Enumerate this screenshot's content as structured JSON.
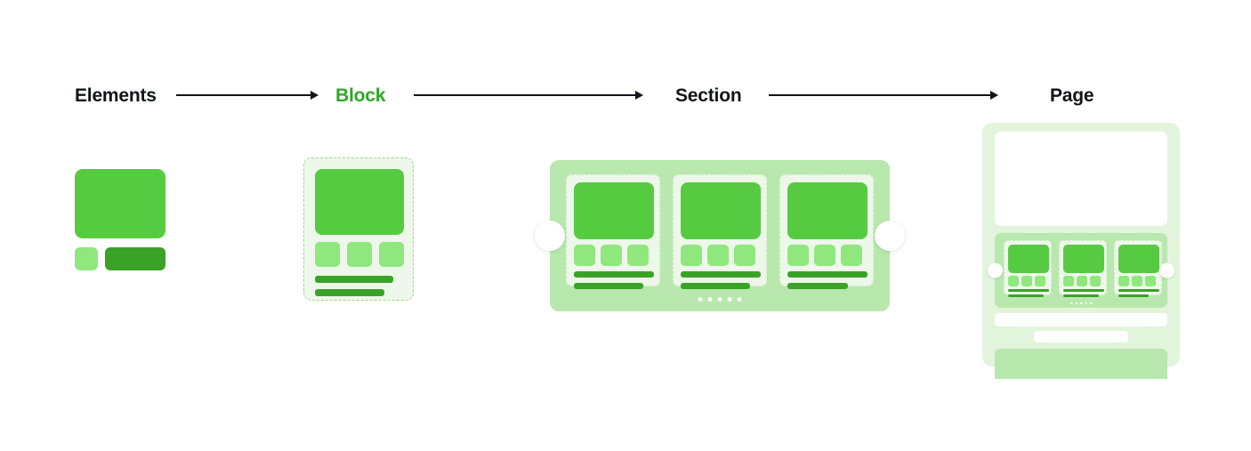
{
  "diagram": {
    "title_flow": [
      "Elements",
      "Block",
      "Section",
      "Page"
    ],
    "colors": {
      "hero_green": "#56cb42",
      "chip_green": "#8fe77e",
      "bar_green": "#3aa227",
      "section_bg": "#b8e8ad",
      "block_bg": "#edf8ea",
      "page_bg": "#e3f4dd",
      "accent_label": "#2ea828",
      "label_black": "#111418",
      "white": "#ffffff"
    },
    "stages": [
      {
        "id": "elements",
        "label": "Elements",
        "label_color": "#111418",
        "highlighted": false
      },
      {
        "id": "block",
        "label": "Block",
        "label_color": "#2ea828",
        "highlighted": true
      },
      {
        "id": "section",
        "label": "Section",
        "label_color": "#111418",
        "highlighted": false
      },
      {
        "id": "page",
        "label": "Page",
        "label_color": "#111418",
        "highlighted": false
      }
    ],
    "arrows": [
      {
        "id": "arrow-elements-to-block",
        "from": "Elements",
        "to": "Block"
      },
      {
        "id": "arrow-block-to-section",
        "from": "Block",
        "to": "Section"
      },
      {
        "id": "arrow-section-to-page",
        "from": "Section",
        "to": "Page"
      }
    ],
    "elements_stage": {
      "parts": [
        "hero-image",
        "small-chip",
        "text-bar"
      ]
    },
    "block_stage": {
      "chips": [
        "chip-1",
        "chip-2",
        "chip-3"
      ],
      "bars": [
        {
          "id": "bar-1",
          "width": 88
        },
        {
          "id": "bar-2",
          "width": 78
        }
      ]
    },
    "section_stage": {
      "cards": [
        {
          "id": "card-1",
          "bars": [
            90,
            78
          ]
        },
        {
          "id": "card-2",
          "bars": [
            90,
            78
          ]
        },
        {
          "id": "card-3",
          "bars": [
            90,
            68
          ]
        }
      ],
      "dots_count": 5,
      "nav_prev": "carousel-prev",
      "nav_next": "carousel-next"
    },
    "page_stage": {
      "header": "page-header-block",
      "section": {
        "cards": [
          {
            "id": "pg-card-1",
            "bars": [
              46,
              40
            ]
          },
          {
            "id": "pg-card-2",
            "bars": [
              46,
              40
            ]
          },
          {
            "id": "pg-card-3",
            "bars": [
              46,
              34
            ]
          }
        ],
        "dots_count": 5
      },
      "bars": [
        "content-bar-wide",
        "content-bar-narrow"
      ],
      "footer": "page-footer-block"
    }
  }
}
